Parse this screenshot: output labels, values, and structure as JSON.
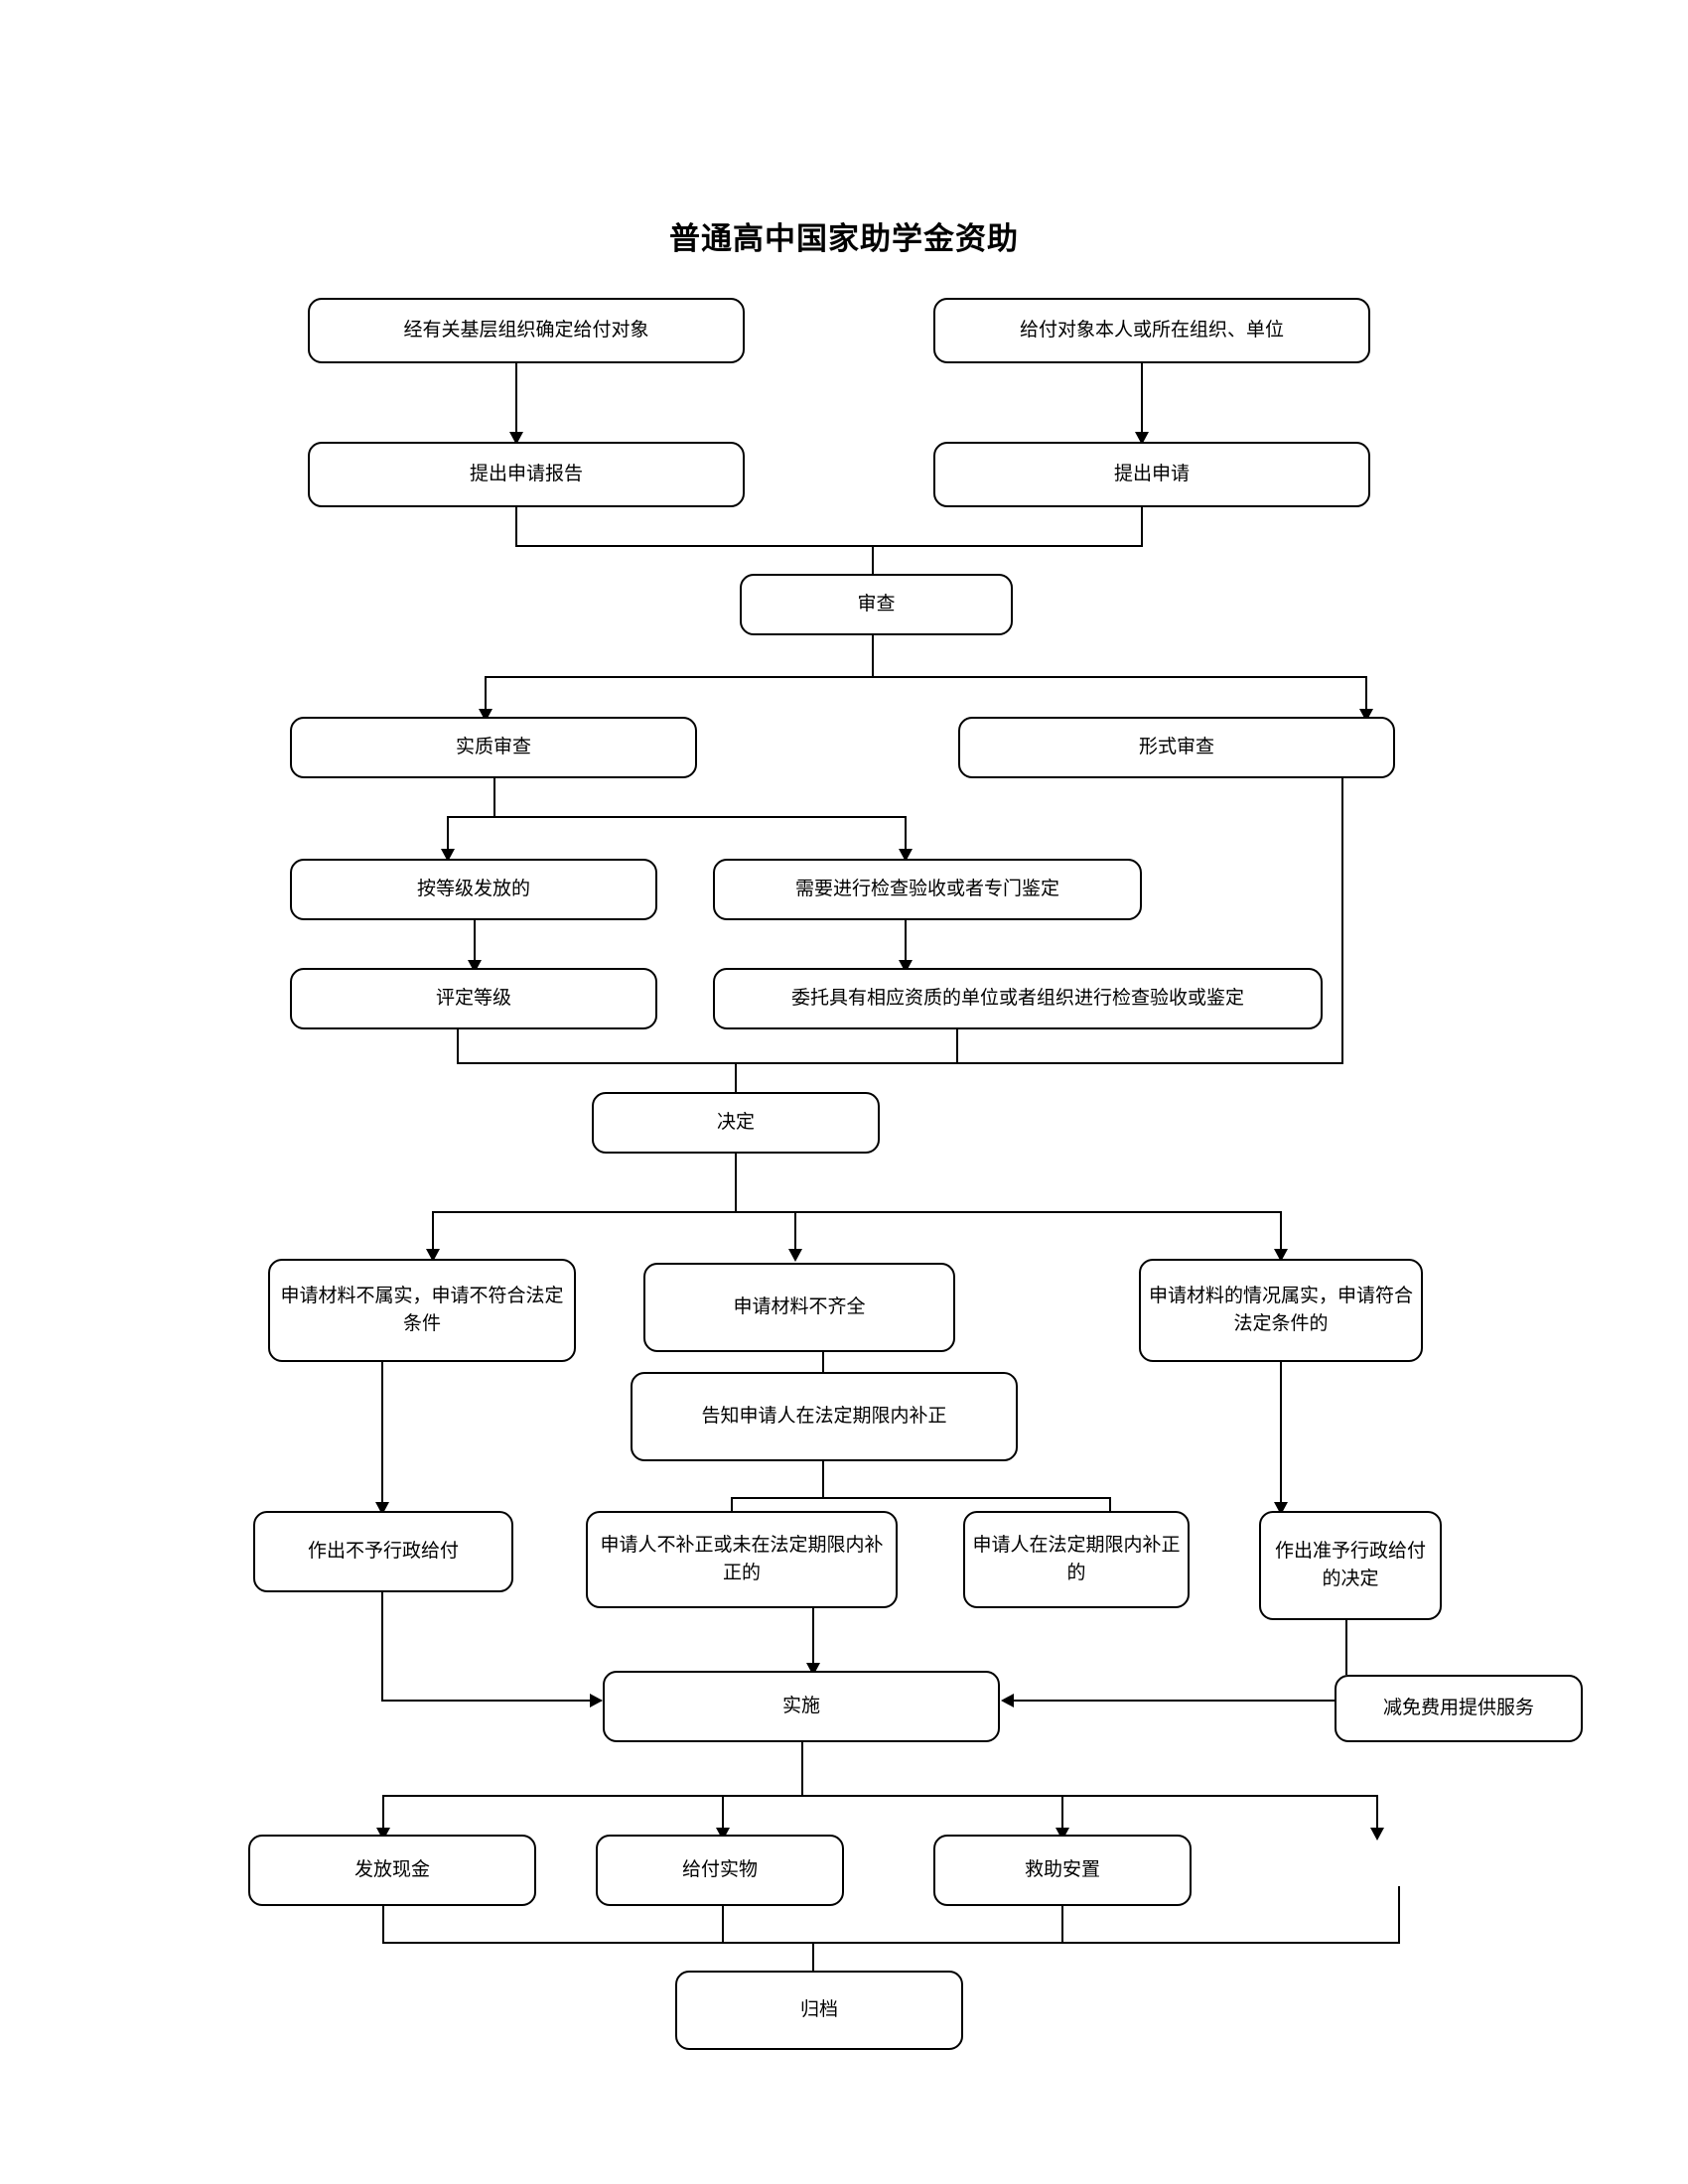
{
  "title": "普通高中国家助学金资助",
  "nodes": {
    "n1": "经有关基层组织确定给付对象",
    "n2": "给付对象本人或所在组织、单位",
    "n3": "提出申请报告",
    "n4": "提出申请",
    "n5": "审查",
    "n6": "实质审查",
    "n7": "形式审查",
    "n8": "按等级发放的",
    "n9": "需要进行检查验收或者专门鉴定",
    "n10": "评定等级",
    "n11": "委托具有相应资质的单位或者组织进行检查验收或鉴定",
    "n12": "决定",
    "n13": "申请材料不属实，申请不符合法定条件",
    "n14": "申请材料不齐全",
    "n15": "申请材料的情况属实，申请符合法定条件的",
    "n16": "告知申请人在法定期限内补正",
    "n17": "作出不予行政给付",
    "n18": "申请人不补正或未在法定期限内补正的",
    "n19": "申请人在法定期限内补正的",
    "n20": "作出准予行政给付的决定",
    "n21": "实施",
    "n22": "减免费用提供服务",
    "n23": "发放现金",
    "n24": "给付实物",
    "n25": "救助安置",
    "n26": "归档"
  },
  "chart_data": {
    "type": "flowchart",
    "title": "普通高中国家助学金资助",
    "orientation": "top-down",
    "nodes": [
      {
        "id": "n1",
        "label": "经有关基层组织确定给付对象",
        "level": 1
      },
      {
        "id": "n2",
        "label": "给付对象本人或所在组织、单位",
        "level": 1
      },
      {
        "id": "n3",
        "label": "提出申请报告",
        "level": 2
      },
      {
        "id": "n4",
        "label": "提出申请",
        "level": 2
      },
      {
        "id": "n5",
        "label": "审查",
        "level": 3
      },
      {
        "id": "n6",
        "label": "实质审查",
        "level": 4
      },
      {
        "id": "n7",
        "label": "形式审查",
        "level": 4
      },
      {
        "id": "n8",
        "label": "按等级发放的",
        "level": 5
      },
      {
        "id": "n9",
        "label": "需要进行检查验收或者专门鉴定",
        "level": 5
      },
      {
        "id": "n10",
        "label": "评定等级",
        "level": 6
      },
      {
        "id": "n11",
        "label": "委托具有相应资质的单位或者组织进行检查验收或鉴定",
        "level": 6
      },
      {
        "id": "n12",
        "label": "决定",
        "level": 7
      },
      {
        "id": "n13",
        "label": "申请材料不属实，申请不符合法定条件",
        "level": 8
      },
      {
        "id": "n14",
        "label": "申请材料不齐全",
        "level": 8
      },
      {
        "id": "n15",
        "label": "申请材料的情况属实，申请符合法定条件的",
        "level": 8
      },
      {
        "id": "n16",
        "label": "告知申请人在法定期限内补正",
        "level": 9
      },
      {
        "id": "n17",
        "label": "作出不予行政给付",
        "level": 10
      },
      {
        "id": "n18",
        "label": "申请人不补正或未在法定期限内补正的",
        "level": 10
      },
      {
        "id": "n19",
        "label": "申请人在法定期限内补正的",
        "level": 10
      },
      {
        "id": "n20",
        "label": "作出准予行政给付的决定",
        "level": 10
      },
      {
        "id": "n21",
        "label": "实施",
        "level": 11
      },
      {
        "id": "n22",
        "label": "减免费用提供服务",
        "level": 11
      },
      {
        "id": "n23",
        "label": "发放现金",
        "level": 12
      },
      {
        "id": "n24",
        "label": "给付实物",
        "level": 12
      },
      {
        "id": "n25",
        "label": "救助安置",
        "level": 12
      },
      {
        "id": "n26",
        "label": "归档",
        "level": 13
      }
    ],
    "edges": [
      {
        "from": "n1",
        "to": "n3"
      },
      {
        "from": "n2",
        "to": "n4"
      },
      {
        "from": "n3",
        "to": "n5"
      },
      {
        "from": "n4",
        "to": "n5"
      },
      {
        "from": "n5",
        "to": "n6"
      },
      {
        "from": "n5",
        "to": "n7"
      },
      {
        "from": "n6",
        "to": "n8"
      },
      {
        "from": "n6",
        "to": "n9"
      },
      {
        "from": "n8",
        "to": "n10"
      },
      {
        "from": "n9",
        "to": "n11"
      },
      {
        "from": "n10",
        "to": "n12"
      },
      {
        "from": "n11",
        "to": "n12"
      },
      {
        "from": "n7",
        "to": "n12"
      },
      {
        "from": "n12",
        "to": "n13"
      },
      {
        "from": "n12",
        "to": "n14"
      },
      {
        "from": "n12",
        "to": "n15"
      },
      {
        "from": "n13",
        "to": "n17"
      },
      {
        "from": "n14",
        "to": "n16"
      },
      {
        "from": "n16",
        "to": "n18"
      },
      {
        "from": "n16",
        "to": "n19"
      },
      {
        "from": "n15",
        "to": "n20"
      },
      {
        "from": "n17",
        "to": "n21"
      },
      {
        "from": "n18",
        "to": "n21"
      },
      {
        "from": "n20",
        "to": "n22"
      },
      {
        "from": "n22",
        "to": "n21"
      },
      {
        "from": "n21",
        "to": "n23"
      },
      {
        "from": "n21",
        "to": "n24"
      },
      {
        "from": "n21",
        "to": "n25"
      },
      {
        "from": "n23",
        "to": "n26"
      },
      {
        "from": "n24",
        "to": "n26"
      },
      {
        "from": "n25",
        "to": "n26"
      }
    ]
  }
}
